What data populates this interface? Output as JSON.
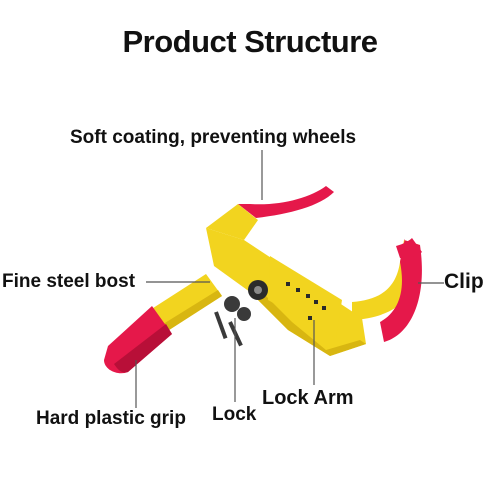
{
  "title": "Product Structure",
  "labels": {
    "soft_coating": "Soft coating, preventing wheels",
    "fine_steel": "Fine steel bost",
    "clip": "Clip",
    "hard_grip": "Hard plastic grip",
    "lock": "Lock",
    "lock_arm": "Lock Arm"
  },
  "colors": {
    "steel_yellow": "#f2d41f",
    "yellow_shade": "#d8b611",
    "coating_red": "#e5184a",
    "red_shade": "#b80f38",
    "leader_line": "#555555",
    "key_metal": "#3a3a3a"
  }
}
